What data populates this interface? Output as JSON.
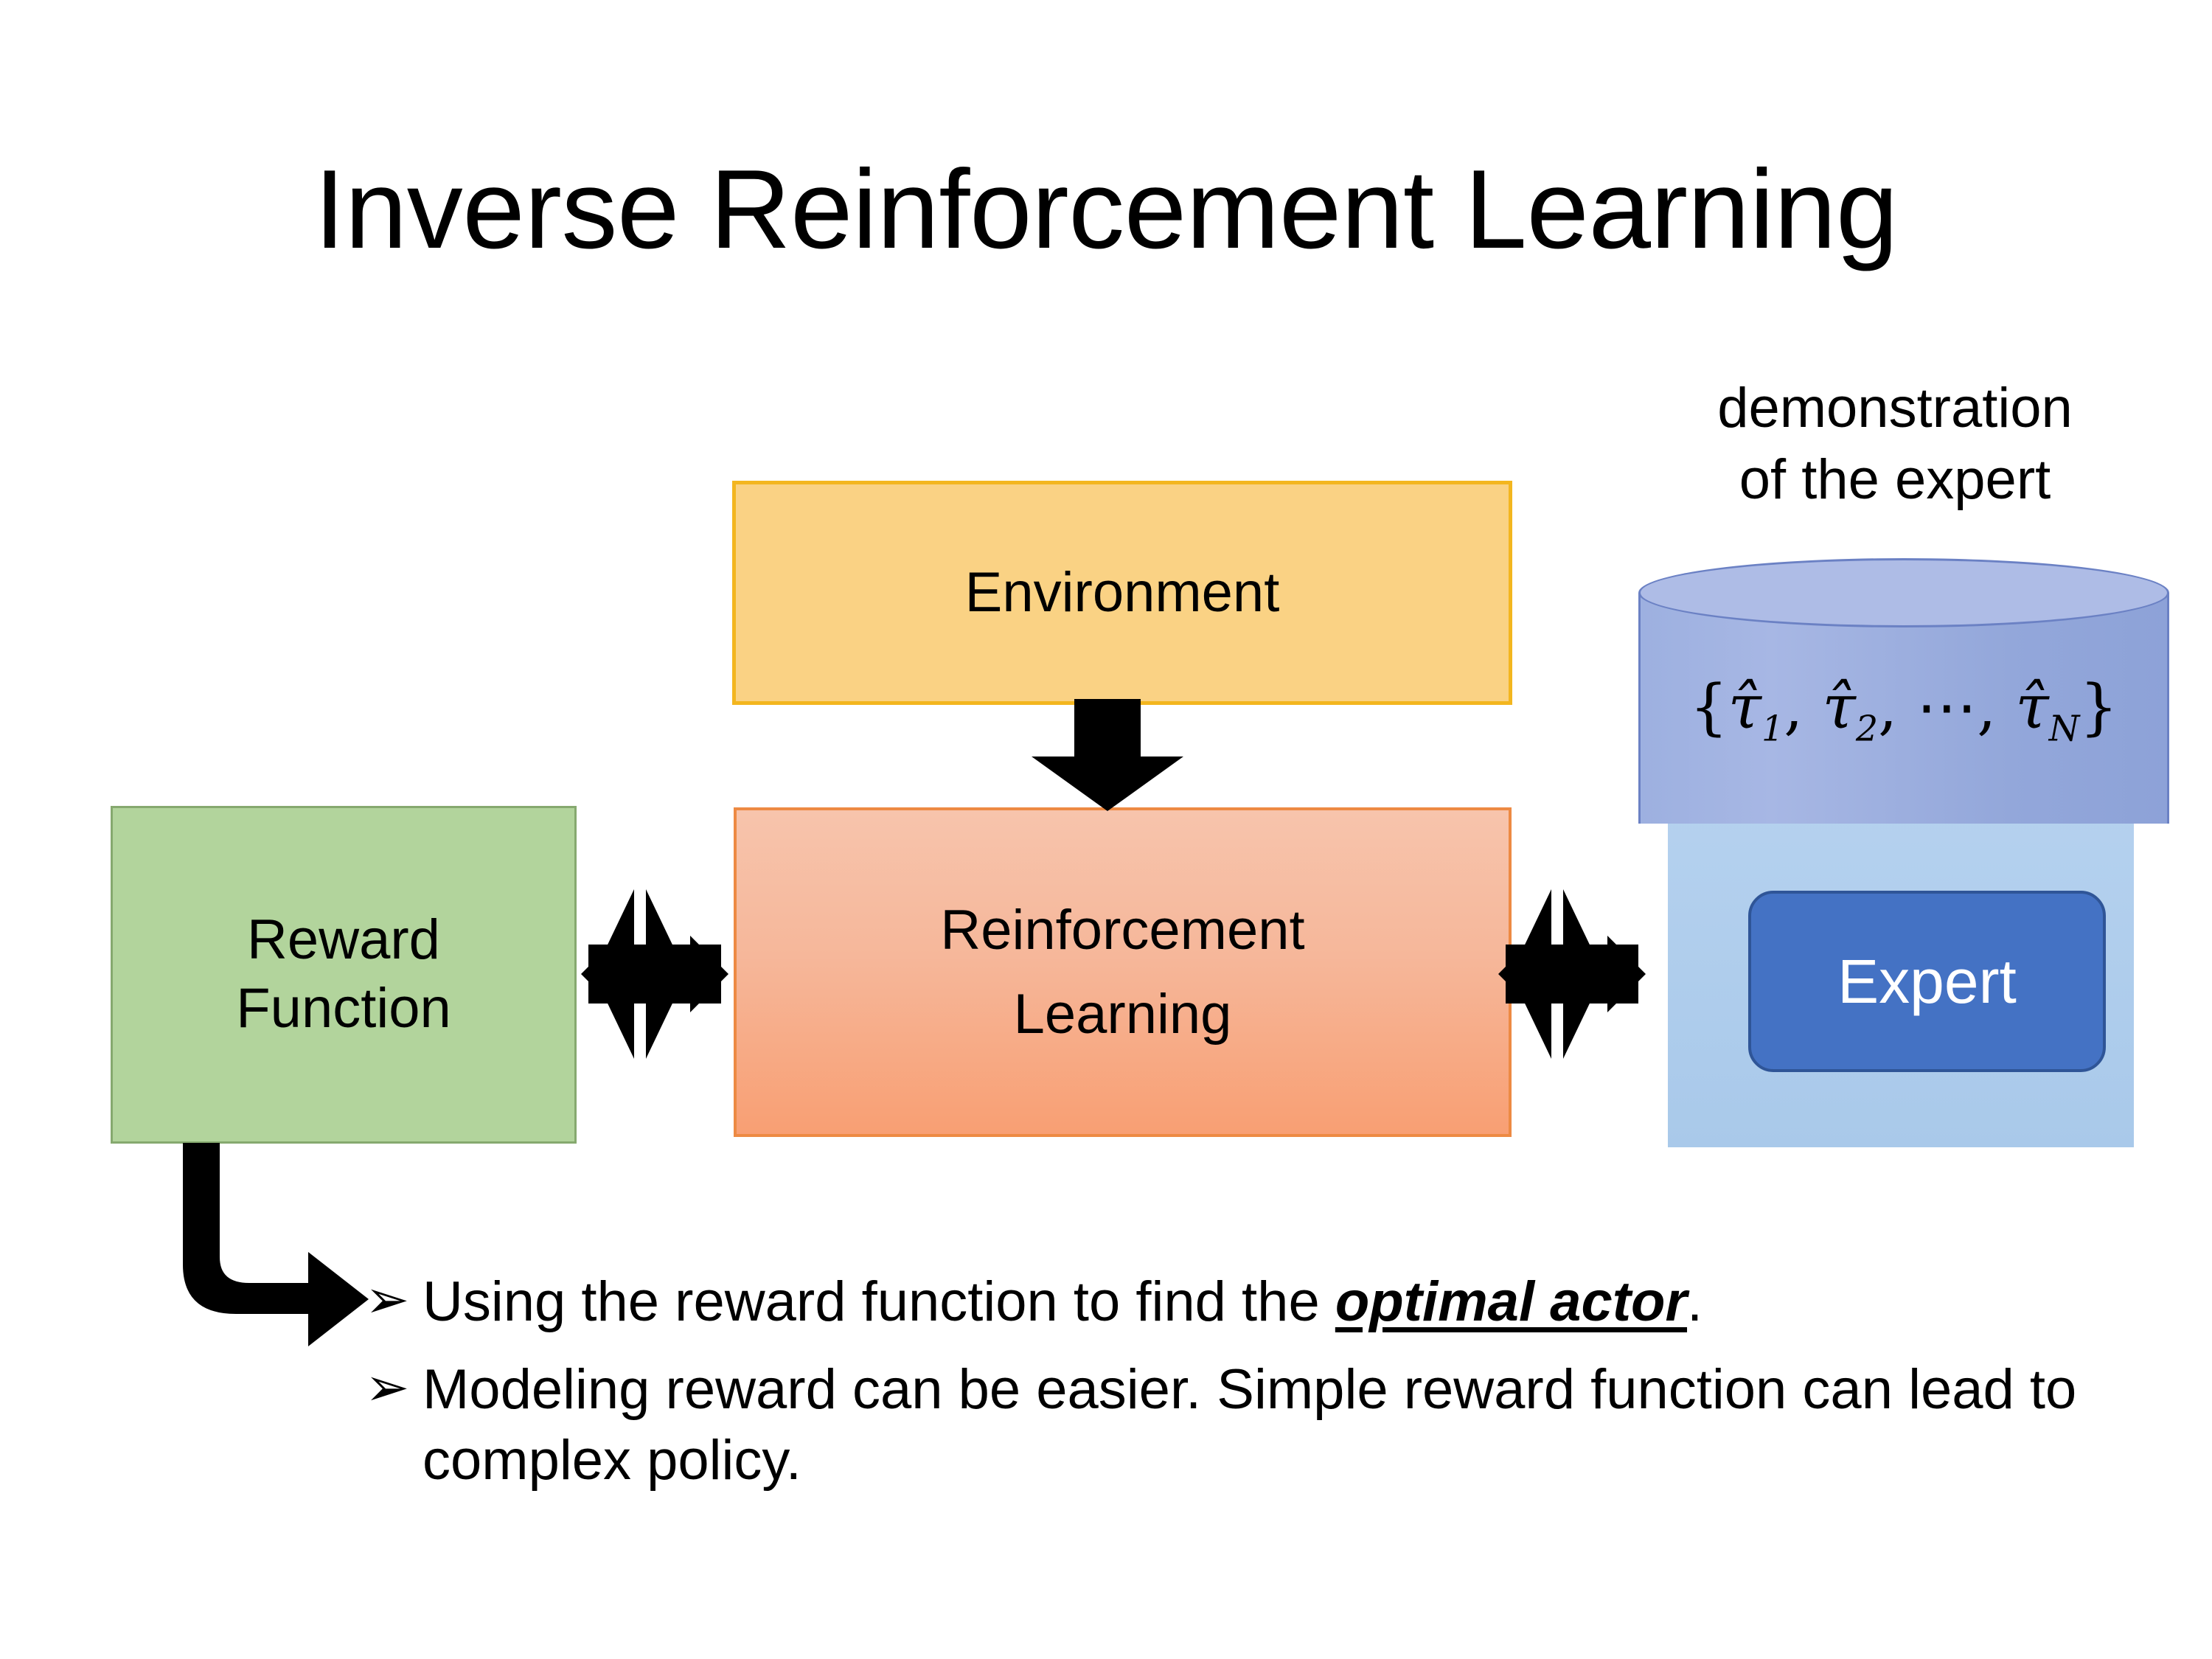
{
  "slide": {
    "title": "Inverse Reinforcement Learning",
    "background_color": "#FFFFFF"
  },
  "diagram": {
    "environment": {
      "label": "Environment",
      "fill_color": "#FAD284",
      "border_color": "#F3B61F"
    },
    "reward_function": {
      "label": "Reward\nFunction",
      "fill_color": "#B2D49C",
      "border_color": "#86A96F"
    },
    "reinforcement_learning": {
      "label": "Reinforcement\nLearning",
      "fill_color_top": "#F7C4AC",
      "fill_color_bottom": "#F89F73",
      "border_color": "#ED8A43"
    },
    "demonstration": {
      "caption": "demonstration\nof the expert",
      "cylinder_fill": "#9DB0E0",
      "cylinder_top_fill": "#AEBCE6",
      "cylinder_border": "#6B81C4",
      "formula_plain": "{τ̂1, τ̂2, ⋯, τ̂N}",
      "formula_parts": {
        "open_brace": "{",
        "tau_hat": "τ̂",
        "sub_1": "1",
        "comma": ", ",
        "sub_2": "2",
        "ellipsis": "⋯",
        "sub_n": "N",
        "close_brace": "}"
      }
    },
    "expert": {
      "label": "Expert",
      "fill_color": "#4472C4",
      "border_color": "#2F5597",
      "text_color": "#FFFFFF",
      "container_fill": "#AEC9EA"
    },
    "connectors": {
      "environment_to_rl": "down-arrow",
      "reward_to_rl": "quad-arrow",
      "rl_to_expert": "quad-arrow",
      "reward_to_bullets": "bent-arrow",
      "arrow_color": "#000000"
    }
  },
  "bullets": {
    "marker": "➢",
    "items": [
      {
        "prefix": "Using the reward function to find the ",
        "emphasis": "optimal actor",
        "suffix": "."
      },
      {
        "prefix": "Modeling reward can be easier. Simple reward function can lead to complex policy.",
        "emphasis": "",
        "suffix": ""
      }
    ]
  }
}
